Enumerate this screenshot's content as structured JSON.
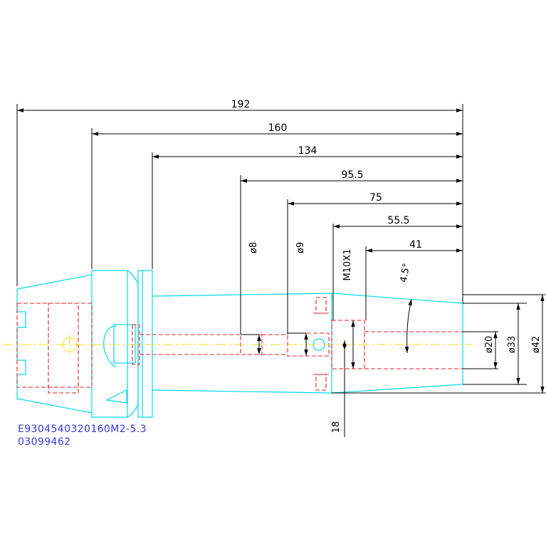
{
  "drawing": {
    "colors": {
      "outline": "#00d8e8",
      "hidden": "#e8202a",
      "centerline": "#f0e020",
      "dimension": "#000000",
      "label": "#3838e0"
    },
    "dimensions": {
      "d192": "192",
      "d160": "160",
      "d134": "134",
      "d95_5": "95.5",
      "d75": "75",
      "d55_5": "55.5",
      "d41": "41",
      "phi8": "ø8",
      "phi9": "ø9",
      "thread": "M10X1",
      "angle": "4.5°",
      "phi20": "ø20",
      "phi33": "ø33",
      "phi42": "ø42",
      "d18": "18"
    },
    "labels": {
      "code_line_1": "E9304540320160M2-5.3",
      "code_line_2": "03099462"
    }
  }
}
